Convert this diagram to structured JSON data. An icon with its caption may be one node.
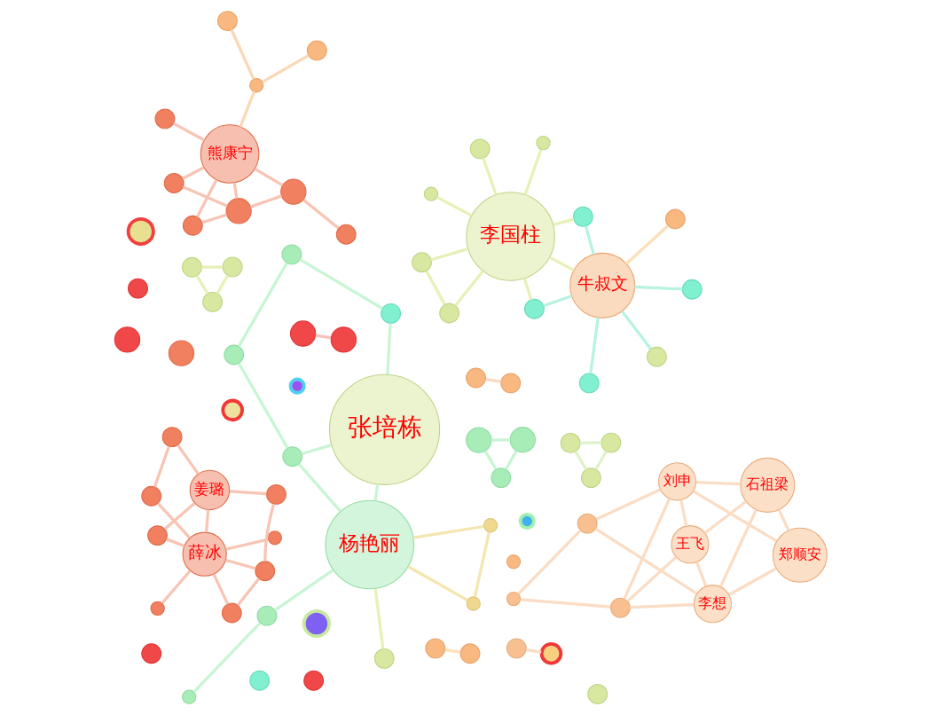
{
  "diagram": {
    "nodes": [
      {
        "text": [],
        "shape": "circle"
      },
      {
        "text": [],
        "shape": "circle"
      },
      {
        "text": [],
        "shape": "circle"
      },
      {
        "text": [],
        "shape": "circle"
      },
      {
        "text": [],
        "shape": "circle"
      },
      {
        "text": [],
        "shape": "circle"
      },
      {
        "text": [],
        "shape": "circle"
      },
      {
        "text": [],
        "shape": "circle"
      },
      {
        "text": [],
        "shape": "circle"
      },
      {
        "text": [],
        "shape": "circle"
      },
      {
        "text": [],
        "shape": "circle"
      },
      {
        "text": [],
        "shape": "circle"
      },
      {
        "text": [
          "姜璐"
        ]
      },
      {
        "text": [],
        "shape": "circle"
      },
      {
        "text": [],
        "shape": "circle"
      },
      {
        "text": [],
        "shape": "circle"
      },
      {
        "text": [],
        "shape": "circle"
      },
      {
        "text": [
          "薛冰"
        ]
      },
      {
        "text": [],
        "shape": "circle"
      },
      {
        "text": [],
        "shape": "circle"
      },
      {
        "text": [
          "张培栋"
        ]
      },
      {
        "text": [],
        "shape": "circle"
      },
      {
        "text": [],
        "shape": "circle"
      },
      {
        "text": [],
        "shape": "circle"
      },
      {
        "text": [],
        "shape": "circle"
      },
      {
        "text": [],
        "shape": "circle"
      },
      {
        "text": [],
        "shape": "circle"
      },
      {
        "text": [],
        "shape": "circle"
      },
      {
        "text": [],
        "shape": "circle"
      },
      {
        "text": [],
        "shape": "circle"
      },
      {
        "text": [
          "杨艳丽"
        ]
      },
      {
        "text": [],
        "shape": "circle"
      },
      {
        "text": [],
        "shape": "circle"
      },
      {
        "text": [],
        "shape": "circle"
      },
      {
        "text": [],
        "shape": "circle"
      },
      {
        "text": [],
        "shape": "circle"
      },
      {
        "text": [
          "李国柱"
        ]
      },
      {
        "text": [],
        "shape": "circle"
      },
      {
        "text": [
          "熊康宁"
        ]
      },
      {
        "text": [
          "牛叔文"
        ]
      },
      {
        "text": [],
        "shape": "circle"
      },
      {
        "text": [],
        "shape": "circle"
      },
      {
        "text": [],
        "shape": "circle"
      },
      {
        "text": [],
        "shape": "circle"
      },
      {
        "text": [],
        "shape": "circle"
      },
      {
        "text": [],
        "shape": "circle"
      },
      {
        "text": [],
        "shape": "circle"
      },
      {
        "text": [],
        "shape": "circle"
      },
      {
        "text": [],
        "shape": "circle"
      },
      {
        "text": [],
        "shape": "circle"
      },
      {
        "text": [],
        "shape": "circle"
      },
      {
        "text": [],
        "shape": "circle"
      },
      {
        "text": [],
        "shape": "circle"
      },
      {
        "text": [],
        "shape": "circle"
      },
      {
        "text": [],
        "shape": "circle"
      },
      {
        "text": [],
        "shape": "circle"
      },
      {
        "text": [],
        "shape": "circle"
      },
      {
        "text": [],
        "shape": "circle"
      },
      {
        "text": [],
        "shape": "circle"
      },
      {
        "text": [],
        "shape": "circle"
      },
      {
        "text": [],
        "shape": "circle"
      },
      {
        "text": [],
        "shape": "circle"
      },
      {
        "text": [],
        "shape": "circle"
      },
      {
        "text": [
          "王飞"
        ]
      },
      {
        "text": [
          "石祖梁"
        ]
      },
      {
        "text": [],
        "shape": "circle"
      },
      {
        "text": [],
        "shape": "circle"
      },
      {
        "text": [],
        "shape": "circle"
      },
      {
        "text": [
          "郑顺安"
        ]
      },
      {
        "text": [
          "刘申"
        ]
      },
      {
        "text": [],
        "shape": "circle"
      },
      {
        "text": [
          "李想"
        ]
      },
      {
        "text": [],
        "shape": "circle"
      },
      {
        "text": [],
        "shape": "circle"
      },
      {
        "text": [],
        "shape": "circle"
      },
      {
        "text": [],
        "shape": "circle"
      },
      {
        "text": [],
        "shape": "circle"
      },
      {
        "text": [],
        "shape": "circle"
      },
      {
        "text": [],
        "shape": "circle"
      },
      {
        "text": [],
        "shape": "circle"
      },
      {
        "text": [],
        "shape": "circle"
      },
      {
        "text": [],
        "shape": "circle"
      }
    ],
    "edges": [
      {
        "from": 0,
        "to": 1,
        "arrow": "none",
        "color": "#c8f5d4"
      },
      {
        "from": 0,
        "to": 4,
        "arrow": "none",
        "color": "#c8f5d4"
      },
      {
        "from": 1,
        "to": 4,
        "arrow": "none",
        "color": "#c8f5d4"
      },
      {
        "from": 14,
        "to": 32,
        "arrow": "none",
        "color": "#fbe0b8"
      },
      {
        "from": 35,
        "to": 34,
        "arrow": "none",
        "color": "#e8f0b8"
      },
      {
        "from": 35,
        "to": 37,
        "arrow": "none",
        "color": "#e8f0b8"
      },
      {
        "from": 34,
        "to": 37,
        "arrow": "none",
        "color": "#e8f0b8"
      },
      {
        "from": 8,
        "to": 9,
        "arrow": "none",
        "color": "#c8f5d4"
      },
      {
        "from": 8,
        "to": 26,
        "arrow": "none",
        "color": "#c8f5d4"
      },
      {
        "from": 9,
        "to": 18,
        "arrow": "none",
        "color": "#c8f5d4"
      },
      {
        "from": 16,
        "to": 22,
        "arrow": "none",
        "color": "#c8f5d4"
      },
      {
        "from": 22,
        "to": 30,
        "arrow": "none",
        "color": "#c8f5d4"
      },
      {
        "from": 26,
        "to": 20,
        "arrow": "none",
        "color": "#c8f5d4"
      },
      {
        "from": 18,
        "to": 20,
        "arrow": "none",
        "color": "#c8f5d4"
      },
      {
        "from": 20,
        "to": 30,
        "arrow": "none",
        "color": "#c8f5d4"
      },
      {
        "from": 26,
        "to": 30,
        "arrow": "none",
        "color": "#c8f5d4"
      },
      {
        "from": 28,
        "to": 31,
        "arrow": "none",
        "color": "#f5e6b0"
      },
      {
        "from": 28,
        "to": 30,
        "arrow": "none",
        "color": "#f5e6b0"
      },
      {
        "from": 31,
        "to": 30,
        "arrow": "none",
        "color": "#f5e6b0"
      },
      {
        "from": 33,
        "to": 30,
        "arrow": "none",
        "color": "#e8f0b8"
      },
      {
        "from": 36,
        "to": 47,
        "arrow": "none",
        "color": "#e8f0b8"
      },
      {
        "from": 36,
        "to": 53,
        "arrow": "none",
        "color": "#e8f0b8"
      },
      {
        "from": 36,
        "to": 57,
        "arrow": "none",
        "color": "#e8f0b8"
      },
      {
        "from": 36,
        "to": 60,
        "arrow": "none",
        "color": "#e8f0b8"
      },
      {
        "from": 36,
        "to": 58,
        "arrow": "none",
        "color": "#e8f0b8"
      },
      {
        "from": 36,
        "to": 42,
        "arrow": "none",
        "color": "#e8f0b8"
      },
      {
        "from": 36,
        "to": 46,
        "arrow": "none",
        "color": "#e8f0b8"
      },
      {
        "from": 36,
        "to": 39,
        "arrow": "none",
        "color": "#e8f0b8"
      },
      {
        "from": 53,
        "to": 57,
        "arrow": "none",
        "color": "#e8f0b8"
      },
      {
        "from": 39,
        "to": 43,
        "arrow": "none",
        "color": "#fbe0b8"
      },
      {
        "from": 39,
        "to": 42,
        "arrow": "none",
        "color": "#b8f2e0"
      },
      {
        "from": 39,
        "to": 46,
        "arrow": "none",
        "color": "#b8f2e0"
      },
      {
        "from": 39,
        "to": 50,
        "arrow": "none",
        "color": "#b8f2e0"
      },
      {
        "from": 39,
        "to": 51,
        "arrow": "none",
        "color": "#b8f2e0"
      },
      {
        "from": 39,
        "to": 55,
        "arrow": "none",
        "color": "#b8f2e0"
      },
      {
        "from": 38,
        "to": 44,
        "arrow": "none",
        "color": "#f8c4b4"
      },
      {
        "from": 38,
        "to": 52,
        "arrow": "none",
        "color": "#f8c4b4"
      },
      {
        "from": 38,
        "to": 49,
        "arrow": "none",
        "color": "#f8c4b4"
      },
      {
        "from": 38,
        "to": 54,
        "arrow": "none",
        "color": "#f8c4b4"
      },
      {
        "from": 38,
        "to": 56,
        "arrow": "none",
        "color": "#f8c4b4"
      },
      {
        "from": 38,
        "to": 40,
        "arrow": "none",
        "color": "#fbd8b4"
      },
      {
        "from": 40,
        "to": 41,
        "arrow": "none",
        "color": "#fbd8b4"
      },
      {
        "from": 40,
        "to": 48,
        "arrow": "none",
        "color": "#fbd8b4"
      },
      {
        "from": 45,
        "to": 52,
        "arrow": "none",
        "color": "#f8c4b4"
      },
      {
        "from": 44,
        "to": 49,
        "arrow": "none",
        "color": "#f8c4b4"
      },
      {
        "from": 52,
        "to": 49,
        "arrow": "none",
        "color": "#f8c4b4"
      },
      {
        "from": 49,
        "to": 56,
        "arrow": "none",
        "color": "#f8c4b4"
      },
      {
        "from": 17,
        "to": 12,
        "arrow": "none",
        "color": "#f8c4b4"
      },
      {
        "from": 17,
        "to": 7,
        "arrow": "none",
        "color": "#f8c4b4"
      },
      {
        "from": 17,
        "to": 11,
        "arrow": "none",
        "color": "#f8c4b4"
      },
      {
        "from": 17,
        "to": 21,
        "arrow": "none",
        "color": "#f8c4b4"
      },
      {
        "from": 17,
        "to": 27,
        "arrow": "none",
        "color": "#f8c4b4"
      },
      {
        "from": 17,
        "to": 23,
        "arrow": "none",
        "color": "#f8c4b4"
      },
      {
        "from": 17,
        "to": 15,
        "arrow": "none",
        "color": "#f8c4b4"
      },
      {
        "from": 12,
        "to": 24,
        "arrow": "none",
        "color": "#f8c4b4"
      },
      {
        "from": 23,
        "to": 24,
        "arrow": "none",
        "color": "#f8c4b4"
      },
      {
        "from": 7,
        "to": 10,
        "arrow": "none",
        "color": "#f8c4b4"
      },
      {
        "from": 12,
        "to": 10,
        "arrow": "none",
        "color": "#f8c4b4"
      },
      {
        "from": 11,
        "to": 12,
        "arrow": "none",
        "color": "#f8c4b4"
      },
      {
        "from": 27,
        "to": 23,
        "arrow": "none",
        "color": "#f8c4b4"
      },
      {
        "from": 25,
        "to": 13,
        "arrow": "none",
        "color": "#fbd8c0"
      },
      {
        "from": 63,
        "to": 64,
        "arrow": "none",
        "color": "#fbdcc4"
      },
      {
        "from": 63,
        "to": 69,
        "arrow": "none",
        "color": "#fbdcc4"
      },
      {
        "from": 63,
        "to": 76,
        "arrow": "none",
        "color": "#fbdcc4"
      },
      {
        "from": 63,
        "to": 71,
        "arrow": "none",
        "color": "#fbdcc4"
      },
      {
        "from": 64,
        "to": 68,
        "arrow": "none",
        "color": "#fbdcc4"
      },
      {
        "from": 64,
        "to": 69,
        "arrow": "none",
        "color": "#fbdcc4"
      },
      {
        "from": 64,
        "to": 71,
        "arrow": "none",
        "color": "#fbdcc4"
      },
      {
        "from": 69,
        "to": 68,
        "arrow": "none",
        "color": "#fbdcc4"
      },
      {
        "from": 69,
        "to": 72,
        "arrow": "none",
        "color": "#fbdcc4"
      },
      {
        "from": 69,
        "to": 76,
        "arrow": "none",
        "color": "#fbdcc4"
      },
      {
        "from": 71,
        "to": 72,
        "arrow": "none",
        "color": "#fbdcc4"
      },
      {
        "from": 71,
        "to": 76,
        "arrow": "none",
        "color": "#fbdcc4"
      },
      {
        "from": 75,
        "to": 76,
        "arrow": "none",
        "color": "#fbdcc4"
      },
      {
        "from": 72,
        "to": 75,
        "arrow": "none",
        "color": "#fbdcc4"
      },
      {
        "from": 68,
        "to": 71,
        "arrow": "none",
        "color": "#fbdcc4"
      },
      {
        "from": 62,
        "to": 66,
        "arrow": "none",
        "color": "#e0f2c8"
      },
      {
        "from": 62,
        "to": 65,
        "arrow": "none",
        "color": "#e0f2c8"
      },
      {
        "from": 66,
        "to": 65,
        "arrow": "none",
        "color": "#e0f2c8"
      },
      {
        "from": 74,
        "to": 70,
        "arrow": "none",
        "color": "#f8c0b8"
      },
      {
        "from": 80,
        "to": 81,
        "arrow": "none",
        "color": "#fbdcc4"
      }
    ]
  }
}
